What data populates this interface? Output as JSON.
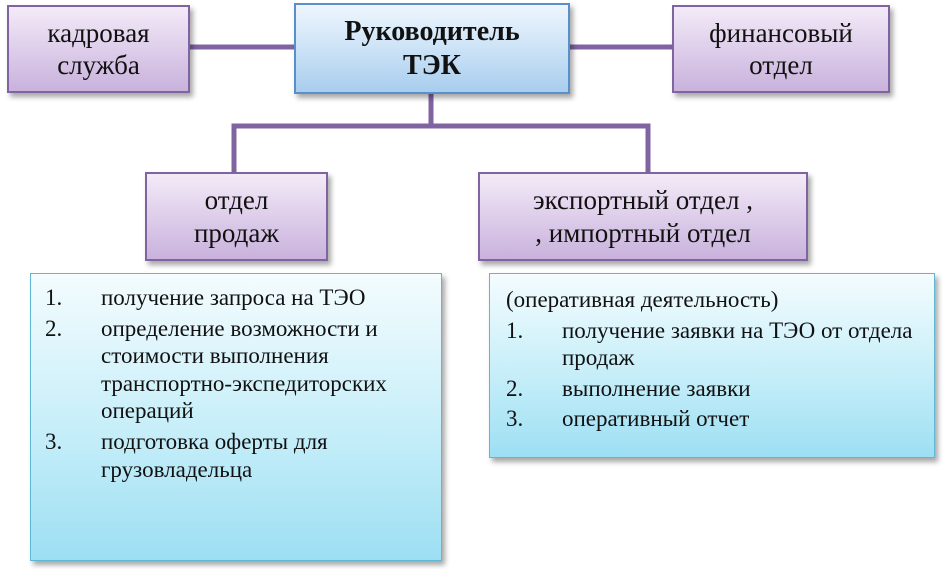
{
  "diagram": {
    "head": {
      "line1": "Руководитель",
      "line2": "ТЭК"
    },
    "hr": {
      "line1": "кадровая",
      "line2": "служба"
    },
    "finance": {
      "line1": "финансовый",
      "line2": "отдел"
    },
    "sales": {
      "line1": "отдел",
      "line2": "продаж"
    },
    "export": {
      "line1": "экспортный отдел ,",
      "line2": ", импортный отдел"
    },
    "sales_tasks": [
      {
        "num": "1.",
        "text": "получение запроса на ТЭО"
      },
      {
        "num": "2.",
        "text": "определение возможности и стоимости выполнения транспортно-экспедиторских операций"
      },
      {
        "num": "3.",
        "text": "подготовка оферты для грузовладельца"
      }
    ],
    "export_tasks": {
      "lead": "(оперативная деятельность)",
      "items": [
        {
          "num": "1.",
          "text": "получение заявки на ТЭО от отдела продаж"
        },
        {
          "num": "2.",
          "text": "выполнение заявки"
        },
        {
          "num": "3.",
          "text": "оперативный отчет"
        }
      ]
    },
    "colors": {
      "connector": "#8064a2",
      "purple_border": "#8064a2",
      "blue_border": "#5b8fc9",
      "cyan_border": "#5fb7d3"
    }
  }
}
